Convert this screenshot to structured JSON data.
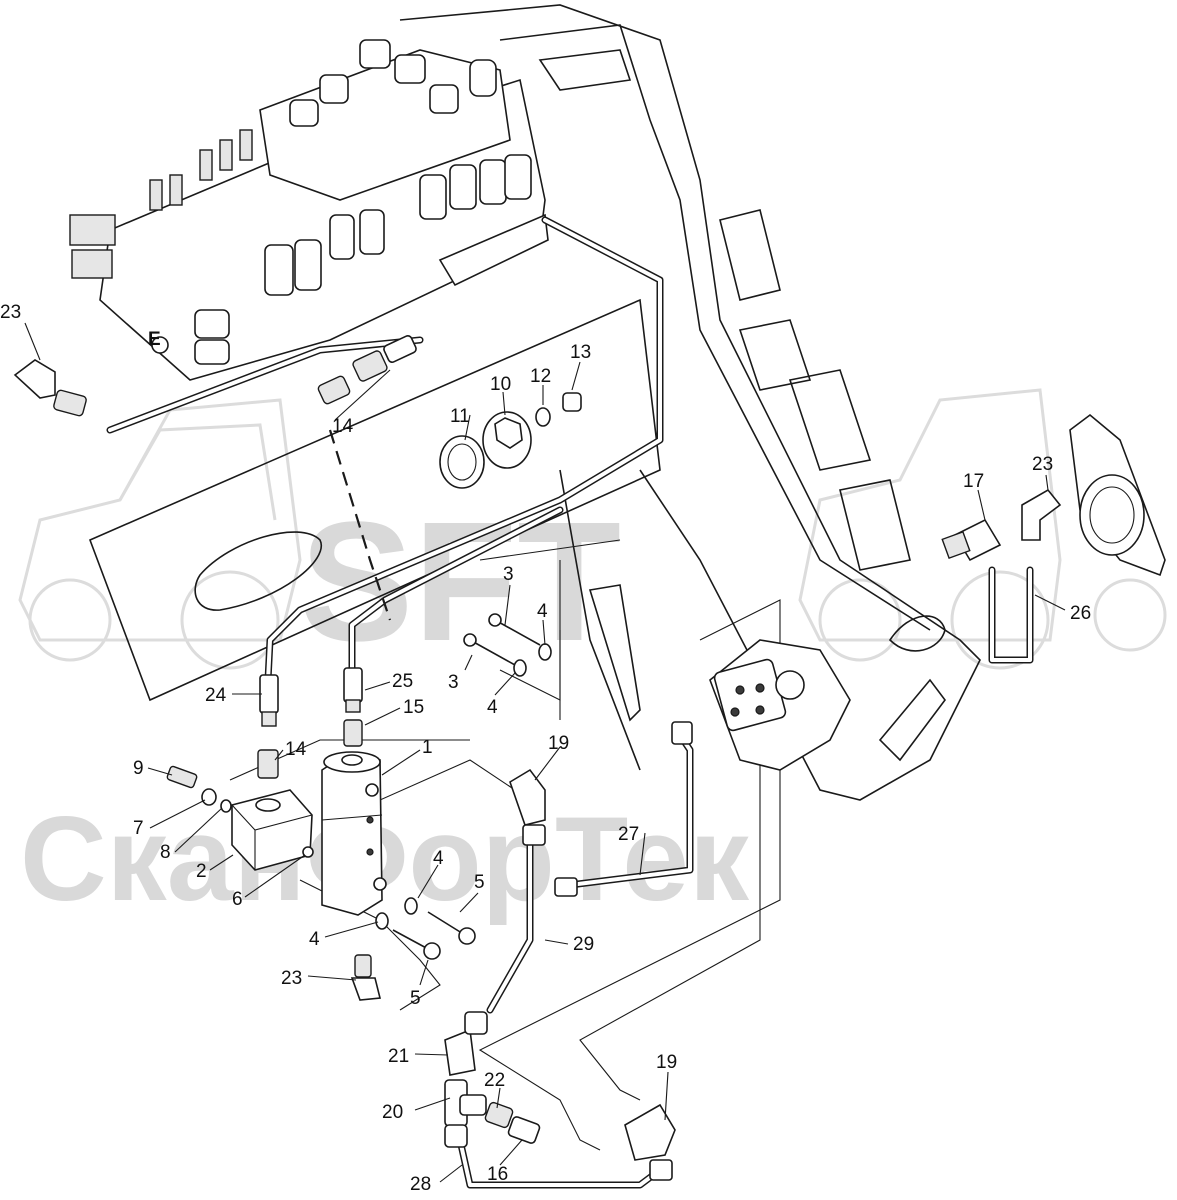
{
  "watermark": {
    "logo_text": "SFT",
    "company_text": "СканФорТек",
    "color": "#d9d9d9"
  },
  "callouts": {
    "c1": "1",
    "c2": "2",
    "c3a": "3",
    "c3b": "3",
    "c4a": "4",
    "c4b": "4",
    "c4c": "4",
    "c4d": "4",
    "c5a": "5",
    "c5b": "5",
    "c6": "6",
    "c7": "7",
    "c8": "8",
    "c9": "9",
    "c10": "10",
    "c11": "11",
    "c12": "12",
    "c13": "13",
    "c14a": "14",
    "c14b": "14",
    "c15": "15",
    "c16": "16",
    "c17": "17",
    "c19a": "19",
    "c19b": "19",
    "c20": "20",
    "c21": "21",
    "c22": "22",
    "c23a": "23",
    "c23b": "23",
    "c23c": "23",
    "c24": "24",
    "c25": "25",
    "c26": "26",
    "c27": "27",
    "c28": "28",
    "c29": "29",
    "port_e": "E"
  },
  "colors": {
    "line": "#1a1a1a",
    "background": "#ffffff",
    "shade": "#e6e6e6"
  }
}
